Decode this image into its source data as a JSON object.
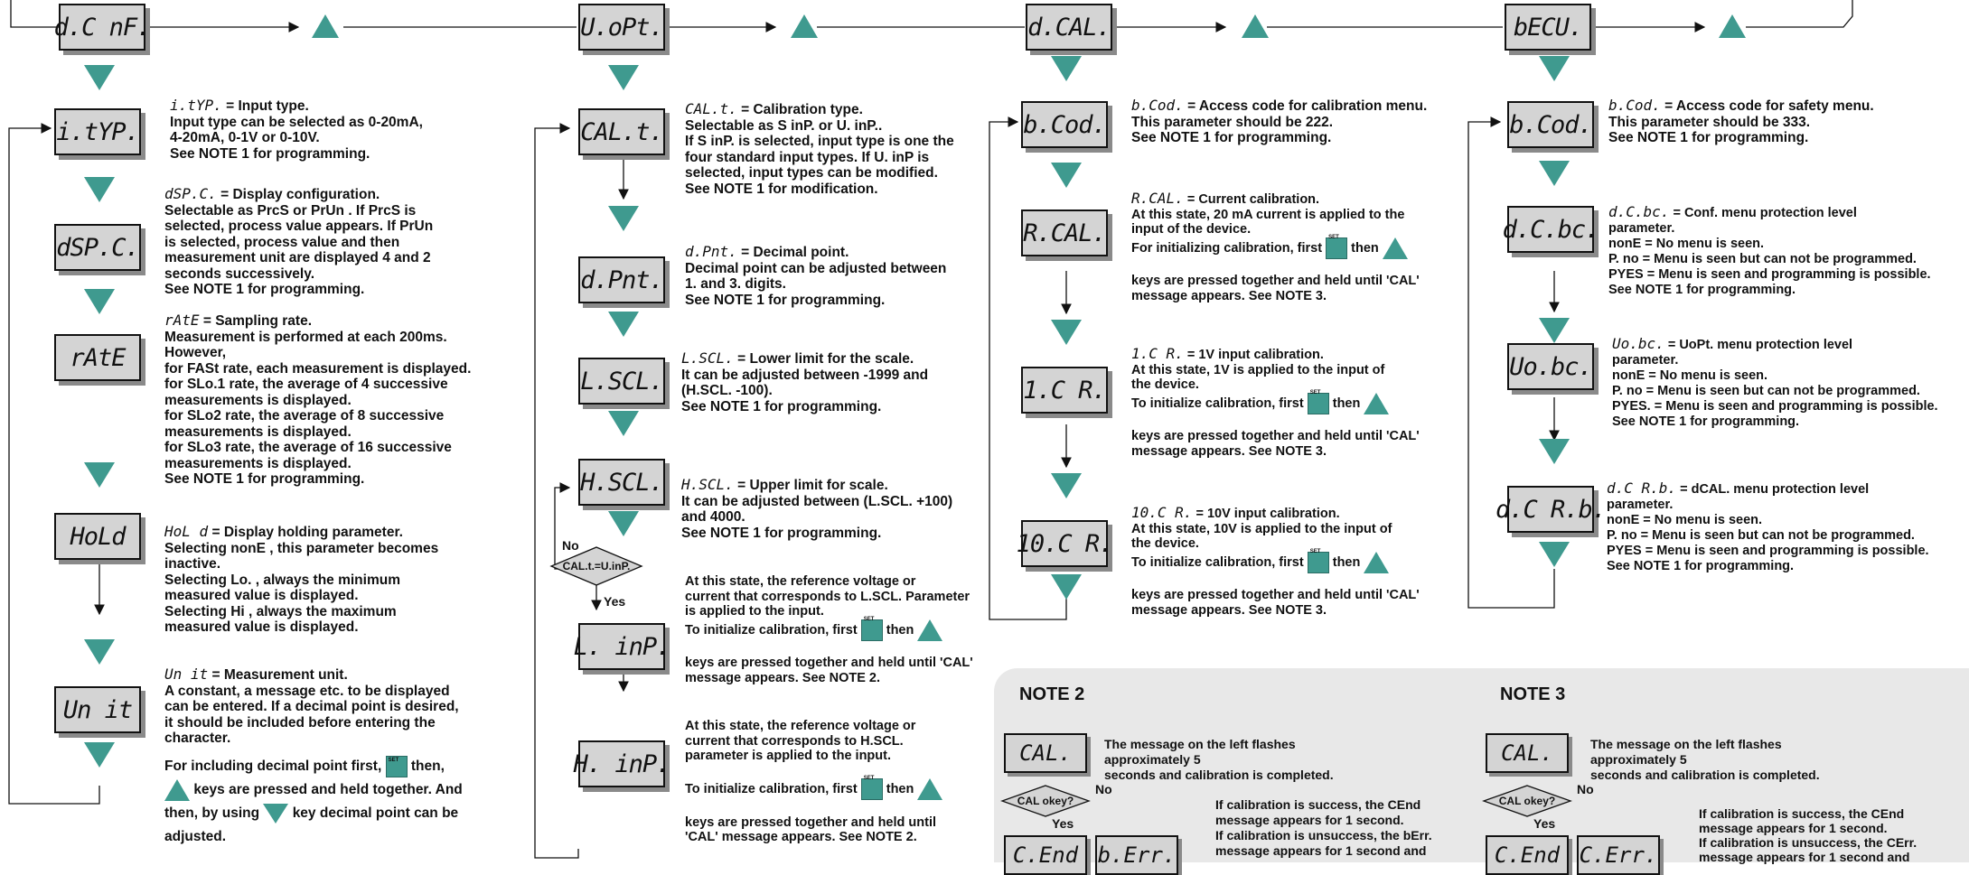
{
  "top_row": [
    "d.C nF.",
    "U.oPt.",
    "d.CAL.",
    "bECU."
  ],
  "col1": {
    "boxes": [
      "i.tYP.",
      "dSP.C.",
      "rAtE",
      "HoLd",
      "Un it"
    ],
    "texts": [
      {
        "code": "i.tYP.",
        "title": " = Input type.",
        "body": [
          "Input type can be selected as 0-20mA,",
          "4-20mA, 0-1V or 0-10V.",
          "See NOTE 1 for programming."
        ]
      },
      {
        "code": "dSP.C.",
        "title": " = Display configuration.",
        "body": [
          "Selectable as PrcS or PrUn . If PrcS is",
          "selected, process value appears. If PrUn",
          "is selected, process value and then",
          "measurement unit are displayed 4 and 2",
          "seconds successively.",
          "See NOTE 1 for programming."
        ]
      },
      {
        "code": "rAtE",
        "title": " = Sampling rate.",
        "body": [
          "Measurement is performed at each 200ms.",
          "However,",
          "for FASt rate, each measurement is displayed.",
          "for SLo.1 rate, the average of 4 successive",
          "measurements is displayed.",
          "for SLo2 rate, the average of 8 successive",
          "measurements is displayed.",
          "for SLo3  rate, the average of 16 successive",
          "measurements is displayed.",
          "See NOTE 1 for programming."
        ]
      },
      {
        "code": "HoL d",
        "title": " = Display holding parameter.",
        "body": [
          "Selecting  nonE , this parameter becomes",
          "inactive.",
          "Selecting Lo. , always the minimum",
          "measured value is displayed.",
          "Selecting Hi , always the maximum",
          "measured value is displayed."
        ]
      },
      {
        "code": "Un it",
        "title": " = Measurement unit.",
        "body": [
          "A constant, a message etc. to be displayed",
          "can be entered. If a decimal point is desired,",
          "it should be included before entering the",
          "character."
        ]
      }
    ],
    "decimal_line1": "For including decimal point first,",
    "decimal_then": "then,",
    "decimal_line2": "keys are pressed and held together. And",
    "decimal_line3": "then, by using",
    "decimal_line3b": "key decimal point can be",
    "decimal_line4": "adjusted."
  },
  "col2": {
    "boxes": [
      "CAL.t.",
      "d.Pnt.",
      "L.SCL.",
      "H.SCL.",
      "L. inP.",
      "H. inP."
    ],
    "diamond": "CAL.t.=U.inP.",
    "no_label": "No",
    "yes_label": "Yes",
    "texts": [
      {
        "code": "CAL.t.",
        "title": " = Calibration type.",
        "body": [
          "Selectable as S inP. or U. inP..",
          "If S inP. is selected, input type is one the",
          "four standard input types. If  U. inP  is",
          "selected, input types can be modified.",
          "See NOTE 1 for modification."
        ]
      },
      {
        "code": "d.Pnt.",
        "title": " = Decimal point.",
        "body": [
          "Decimal point can be adjusted between",
          "1. and 3. digits.",
          "See NOTE 1 for programming."
        ]
      },
      {
        "code": "L.SCL.",
        "title": " = Lower limit for the scale.",
        "body": [
          "It can be adjusted between -1999 and",
          "(H.SCL. -100).",
          "See NOTE 1 for programming."
        ]
      },
      {
        "code": "H.SCL.",
        "title": " = Upper limit for scale.",
        "body": [
          "It can be adjusted between  (L.SCL. +100)",
          "and 4000.",
          "See NOTE 1 for programming."
        ]
      }
    ],
    "linp_text": [
      "At this state, the reference voltage or",
      "current that corresponds to  L.SCL. Parameter",
      " is applied to the input."
    ],
    "linp_init": "To  initialize calibration, first",
    "linp_after": [
      "keys are pressed together and held until 'CAL'",
      "message appears. See NOTE 2."
    ],
    "hinp_text": [
      "At this state, the reference voltage or",
      "current that corresponds to H.SCL.",
      "parameter is applied to the input."
    ],
    "hinp_init": "To initialize calibration, first",
    "hinp_after": [
      "keys are pressed together and held until",
      "'CAL' message appears. See NOTE 2."
    ],
    "then": "then"
  },
  "col3": {
    "boxes": [
      "b.Cod.",
      "R.CAL.",
      "1.C R.",
      "10.C R."
    ],
    "texts": [
      {
        "code": "b.Cod.",
        "title": " = Access code for calibration menu.",
        "body": [
          "This parameter should be 222.",
          "See NOTE 1 for programming."
        ]
      },
      {
        "code": "R.CAL.",
        "title": " = Current calibration.",
        "body": [
          "At this state, 20 mA current is applied to the",
          "input of the device."
        ],
        "init": "For initializing calibration, first",
        "after": [
          "keys are pressed together and held until 'CAL'",
          "message appears. See NOTE 3."
        ]
      },
      {
        "code": "1.C R.",
        "title": " = 1V input calibration.",
        "body": [
          "At this state, 1V is applied to the input of",
          "the device."
        ],
        "init": "To  initialize calibration, first",
        "after": [
          "keys are pressed together and held until 'CAL'",
          "message appears. See NOTE 3."
        ]
      },
      {
        "code": "10.C R.",
        "title": " = 10V input calibration.",
        "body": [
          "At this state, 10V is applied to the input of",
          "the device."
        ],
        "init": "To initialize calibration, first",
        "after": [
          "keys are pressed together and held until 'CAL'",
          "message appears. See NOTE 3."
        ]
      }
    ],
    "then": "then"
  },
  "col4": {
    "boxes": [
      "b.Cod.",
      "d.C.bc.",
      "Uo.bc.",
      "d.C R.b."
    ],
    "texts": [
      {
        "code": "b.Cod.",
        "title": " = Access code for safety menu.",
        "body": [
          "This parameter should be  333.",
          "See NOTE 1 for programming."
        ]
      },
      {
        "code": "d.C.bc.",
        "title": " = Conf. menu protection level",
        "body": [
          "parameter.",
          "nonE = No menu is seen.",
          "P. no = Menu is seen but can not be programmed.",
          "PYES = Menu is seen and programming is possible.",
          "See NOTE 1 for programming."
        ]
      },
      {
        "code": "Uo.bc.",
        "title": " = UoPt. menu protection level",
        "body": [
          "parameter.",
          "nonE = No menu is seen.",
          "P. no = Menu is seen but can not be programmed.",
          "PYES. = Menu is seen and programming is possible.",
          "See NOTE 1 for programming."
        ]
      },
      {
        "code": "d.C R.b.",
        "title": " = dCAL. menu protection level",
        "body": [
          "parameter.",
          "nonE  = No menu is seen.",
          "P. no = Menu is seen but can not be programmed.",
          "PYES = Menu is seen and programming is possible.",
          "See NOTE 1 for programming."
        ]
      }
    ]
  },
  "note2": {
    "title": "NOTE 2",
    "cal": "CAL.",
    "flash_text": [
      "The message on the left flashes approximately 5",
      "seconds and calibration is completed."
    ],
    "diamond": "CAL okey?",
    "no": "No",
    "yes": "Yes",
    "end": "C.End",
    "err": "b.Err.",
    "result": [
      "If calibration is success, the CEnd",
      "message appears for 1 second.",
      "If calibration is unsuccess, the bErr.",
      "message appears for 1 second and"
    ]
  },
  "note3": {
    "title": "NOTE 3",
    "cal": "CAL.",
    "flash_text": [
      "The message on the left flashes approximately 5",
      "seconds and calibration is completed."
    ],
    "diamond": "CAL okey?",
    "no": "No",
    "yes": "Yes",
    "end": "C.End",
    "err": "C.Err.",
    "result": [
      "If calibration is success, the CEnd",
      "message appears for 1 second.",
      "If calibration is unsuccess, the CErr.",
      "message appears for 1 second and"
    ]
  }
}
